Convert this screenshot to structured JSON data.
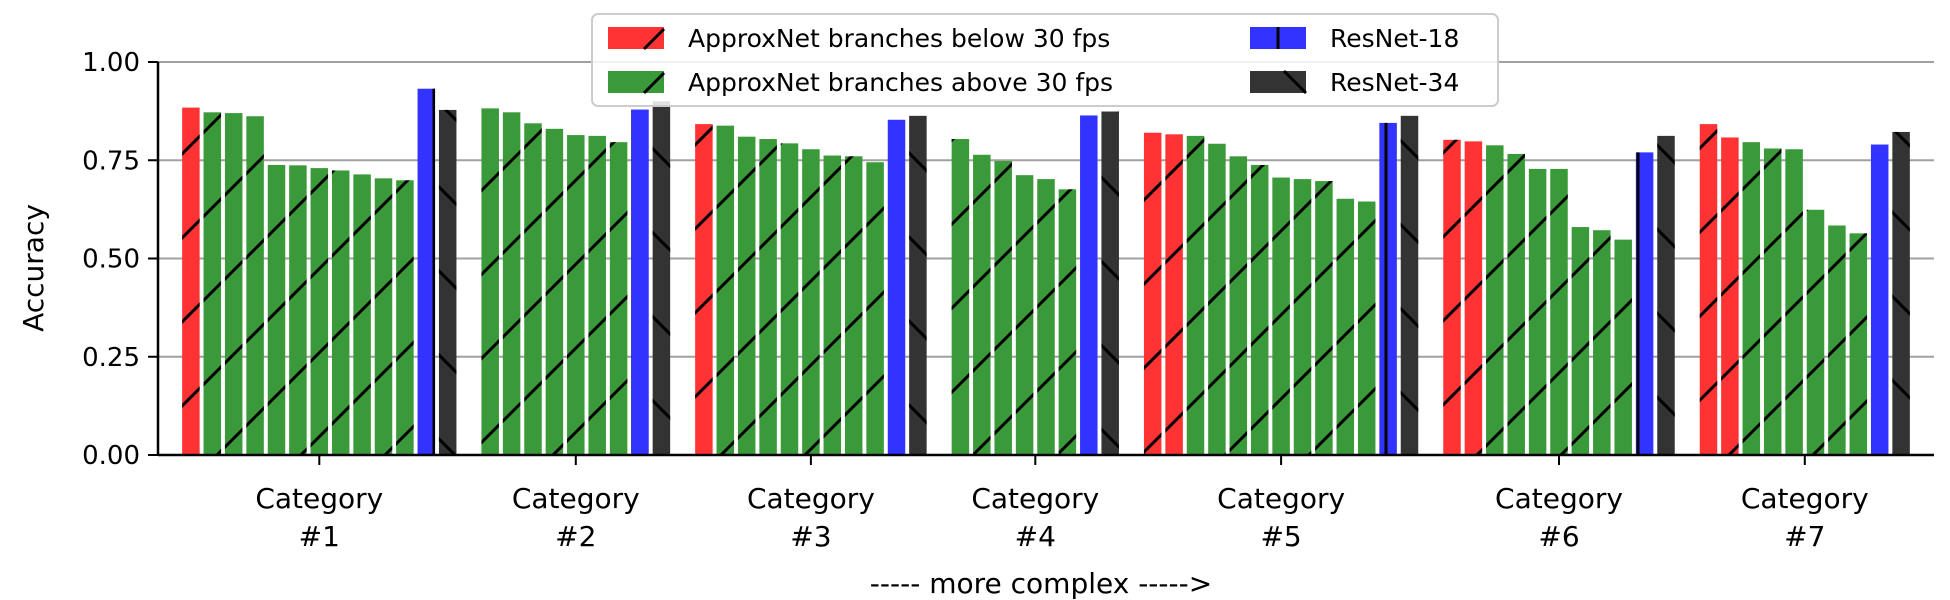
{
  "chart_data": {
    "type": "bar",
    "xlabel": "----- more complex ----->",
    "ylabel": "Accuracy",
    "ylim": [
      0,
      1.0
    ],
    "yticks": [
      "0.00",
      "0.25",
      "0.50",
      "0.75",
      "1.00"
    ],
    "grid": "horizontal",
    "legend_position": "top-center",
    "legend": [
      {
        "key": "red",
        "label": "ApproxNet branches below 30 fps",
        "color": "#ff3333",
        "hatch": "/"
      },
      {
        "key": "green",
        "label": "ApproxNet branches above 30 fps",
        "color": "#3a9a3a",
        "hatch": "/"
      },
      {
        "key": "blue",
        "label": "ResNet-18",
        "color": "#3333ff",
        "hatch": "|"
      },
      {
        "key": "black",
        "label": "ResNet-34",
        "color": "#333333",
        "hatch": "\\"
      }
    ],
    "categories": [
      {
        "line1": "Category",
        "line2": "#1",
        "bars": [
          {
            "s": "red",
            "v": 0.884
          },
          {
            "s": "green",
            "v": 0.872
          },
          {
            "s": "green",
            "v": 0.87
          },
          {
            "s": "green",
            "v": 0.862
          },
          {
            "s": "green",
            "v": 0.738
          },
          {
            "s": "green",
            "v": 0.737
          },
          {
            "s": "green",
            "v": 0.73
          },
          {
            "s": "green",
            "v": 0.724
          },
          {
            "s": "green",
            "v": 0.714
          },
          {
            "s": "green",
            "v": 0.704
          },
          {
            "s": "green",
            "v": 0.699
          },
          {
            "s": "blue",
            "v": 0.932
          },
          {
            "s": "black",
            "v": 0.878
          }
        ]
      },
      {
        "line1": "Category",
        "line2": "#2",
        "bars": [
          {
            "s": "green",
            "v": 0.882
          },
          {
            "s": "green",
            "v": 0.872
          },
          {
            "s": "green",
            "v": 0.844
          },
          {
            "s": "green",
            "v": 0.83
          },
          {
            "s": "green",
            "v": 0.814
          },
          {
            "s": "green",
            "v": 0.812
          },
          {
            "s": "green",
            "v": 0.796
          },
          {
            "s": "blue",
            "v": 0.879
          },
          {
            "s": "black",
            "v": 0.9
          }
        ]
      },
      {
        "line1": "Category",
        "line2": "#3",
        "bars": [
          {
            "s": "red",
            "v": 0.842
          },
          {
            "s": "green",
            "v": 0.838
          },
          {
            "s": "green",
            "v": 0.81
          },
          {
            "s": "green",
            "v": 0.804
          },
          {
            "s": "green",
            "v": 0.793
          },
          {
            "s": "green",
            "v": 0.778
          },
          {
            "s": "green",
            "v": 0.762
          },
          {
            "s": "green",
            "v": 0.76
          },
          {
            "s": "green",
            "v": 0.745
          },
          {
            "s": "blue",
            "v": 0.853
          },
          {
            "s": "black",
            "v": 0.863
          }
        ]
      },
      {
        "line1": "Category",
        "line2": "#4",
        "bars": [
          {
            "s": "green",
            "v": 0.804
          },
          {
            "s": "green",
            "v": 0.764
          },
          {
            "s": "green",
            "v": 0.748
          },
          {
            "s": "green",
            "v": 0.712
          },
          {
            "s": "green",
            "v": 0.702
          },
          {
            "s": "green",
            "v": 0.676
          },
          {
            "s": "blue",
            "v": 0.864
          },
          {
            "s": "black",
            "v": 0.874
          }
        ]
      },
      {
        "line1": "Category",
        "line2": "#5",
        "bars": [
          {
            "s": "red",
            "v": 0.82
          },
          {
            "s": "red",
            "v": 0.816
          },
          {
            "s": "green",
            "v": 0.812
          },
          {
            "s": "green",
            "v": 0.792
          },
          {
            "s": "green",
            "v": 0.76
          },
          {
            "s": "green",
            "v": 0.738
          },
          {
            "s": "green",
            "v": 0.706
          },
          {
            "s": "green",
            "v": 0.702
          },
          {
            "s": "green",
            "v": 0.697
          },
          {
            "s": "green",
            "v": 0.652
          },
          {
            "s": "green",
            "v": 0.645
          },
          {
            "s": "blue",
            "v": 0.845
          },
          {
            "s": "black",
            "v": 0.863
          }
        ]
      },
      {
        "line1": "Category",
        "line2": "#6",
        "bars": [
          {
            "s": "red",
            "v": 0.802
          },
          {
            "s": "red",
            "v": 0.798
          },
          {
            "s": "green",
            "v": 0.788
          },
          {
            "s": "green",
            "v": 0.766
          },
          {
            "s": "green",
            "v": 0.728
          },
          {
            "s": "green",
            "v": 0.728
          },
          {
            "s": "green",
            "v": 0.58
          },
          {
            "s": "green",
            "v": 0.572
          },
          {
            "s": "green",
            "v": 0.548
          },
          {
            "s": "blue",
            "v": 0.77
          },
          {
            "s": "black",
            "v": 0.812
          }
        ]
      },
      {
        "line1": "Category",
        "line2": "#7",
        "bars": [
          {
            "s": "red",
            "v": 0.842
          },
          {
            "s": "red",
            "v": 0.808
          },
          {
            "s": "green",
            "v": 0.796
          },
          {
            "s": "green",
            "v": 0.78
          },
          {
            "s": "green",
            "v": 0.778
          },
          {
            "s": "green",
            "v": 0.624
          },
          {
            "s": "green",
            "v": 0.584
          },
          {
            "s": "green",
            "v": 0.564
          },
          {
            "s": "blue",
            "v": 0.79
          },
          {
            "s": "black",
            "v": 0.822
          }
        ]
      }
    ]
  }
}
